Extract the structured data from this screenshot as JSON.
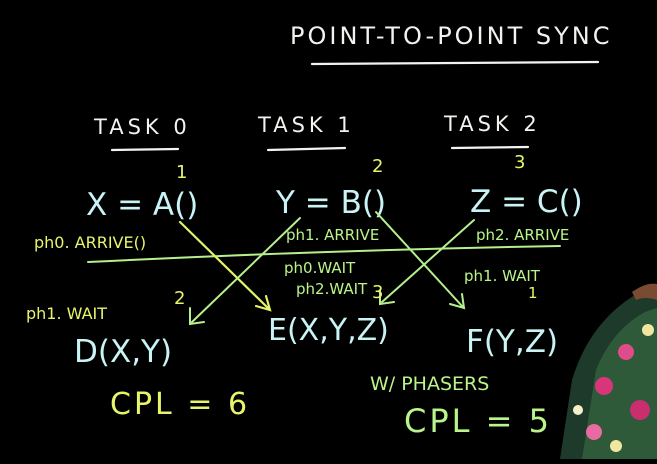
{
  "title": "POINT-TO-POINT SYNC",
  "tasks": [
    {
      "header": "TASK 0",
      "stmt": "X = A()",
      "step": "1",
      "arrive": "ph0. ARRIVE()",
      "wait": "ph1. WAIT",
      "wait_step": "2",
      "result": "D(X,Y)"
    },
    {
      "header": "TASK 1",
      "stmt": "Y = B()",
      "step": "2",
      "arrive": "ph1. ARRIVE",
      "wait": "ph0.WAIT",
      "wait2": "ph2.WAIT",
      "wait_step": "3",
      "result": "E(X,Y,Z)"
    },
    {
      "header": "TASK 2",
      "stmt": "Z = C()",
      "step": "3",
      "arrive": "ph2. ARRIVE",
      "wait": "ph1. WAIT",
      "wait_step": "1",
      "result": "F(Y,Z)"
    }
  ],
  "cpl_sequential": "CPL = 6",
  "phasers_label": "W/ PHASERS",
  "cpl_phasers": "CPL = 5",
  "colors": {
    "chalk_white": "#f2f2ee",
    "chalk_blue": "#c9f3f5",
    "chalk_yellow": "#e8f56a",
    "chalk_green": "#b9f58a"
  }
}
